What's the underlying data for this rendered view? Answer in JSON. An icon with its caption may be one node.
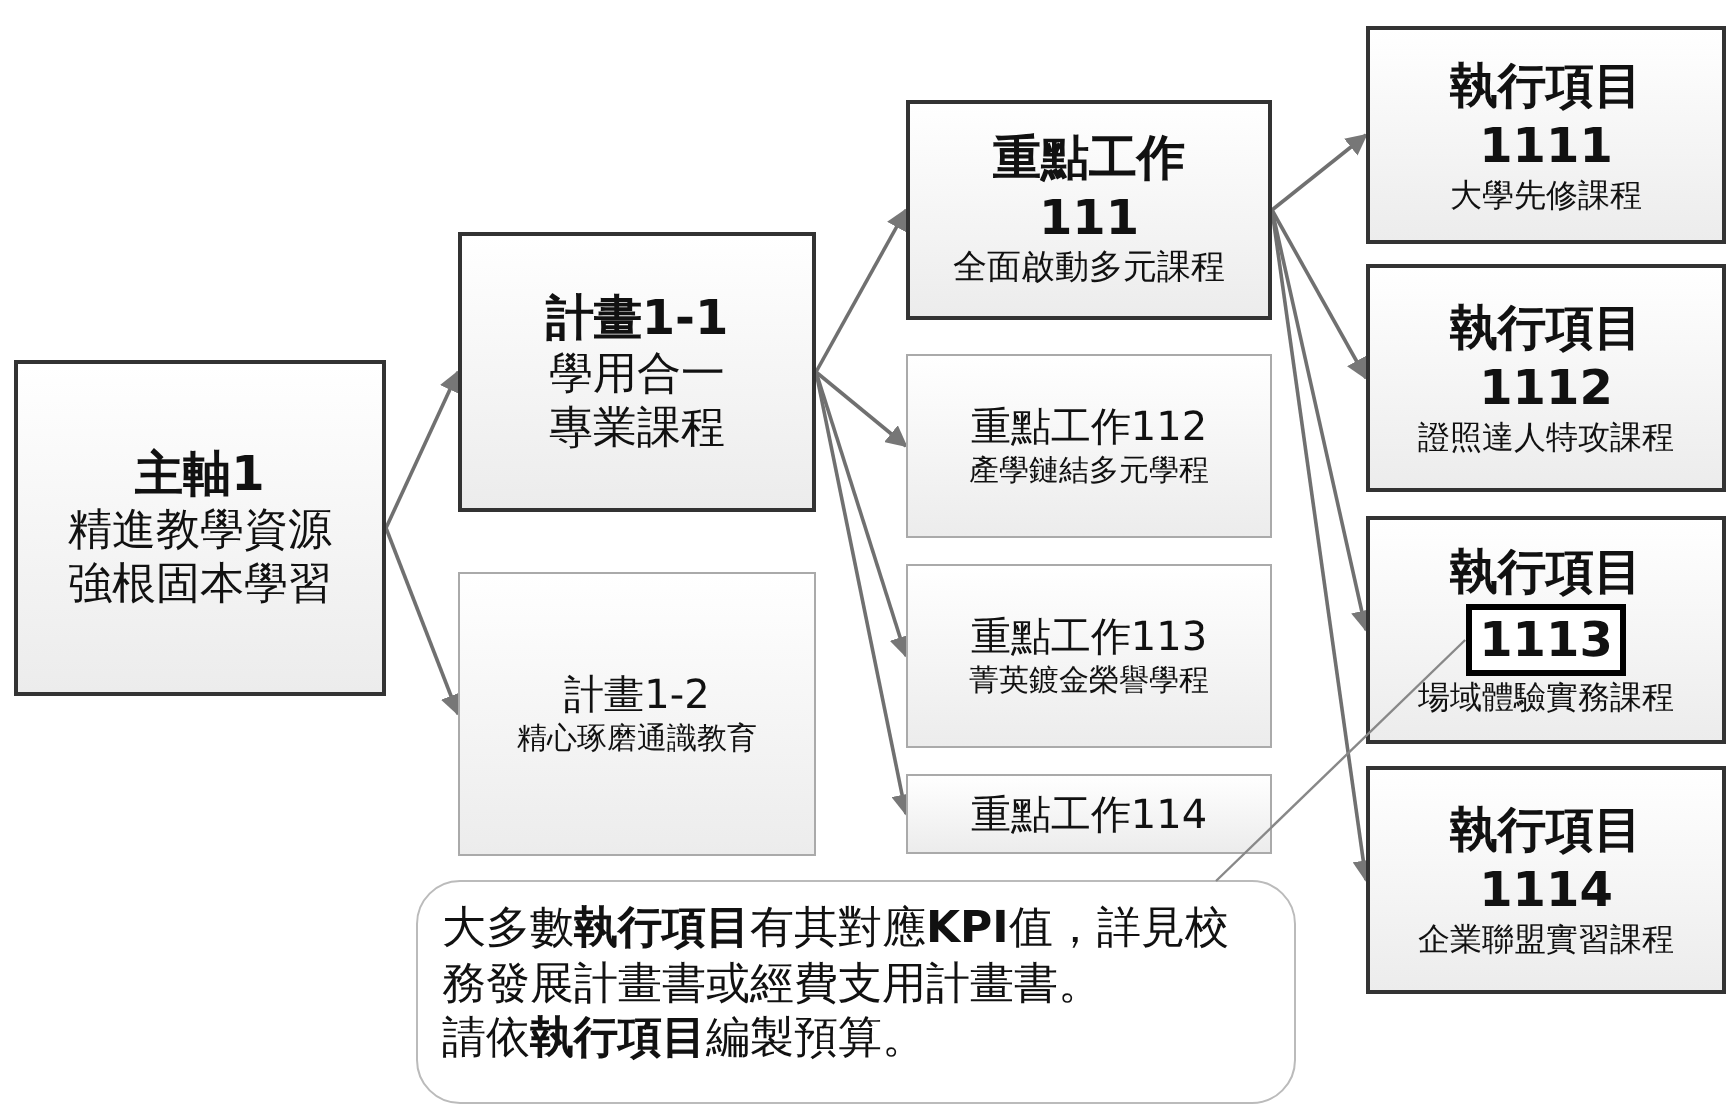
{
  "diagram": {
    "nodes": [
      {
        "text": [
          "主軸1",
          "精進教學資源強根固本學習"
        ]
      },
      {
        "text": [
          "計畫1-1",
          "學用合一專業課程"
        ]
      },
      {
        "text": [
          "計畫1-2",
          "精心琢磨通識教育"
        ]
      },
      {
        "text": [
          "重點工作",
          "111",
          "全面啟動多元課程"
        ]
      },
      {
        "text": [
          "重點工作112",
          "產學鏈結多元學程"
        ]
      },
      {
        "text": [
          "重點工作113",
          "菁英鍍金榮譽學程"
        ]
      },
      {
        "text": [
          "重點工作114"
        ]
      },
      {
        "text": [
          "執行項目",
          "1111",
          "大學先修課程"
        ]
      },
      {
        "text": [
          "執行項目",
          "1112",
          "證照達人特攻課程"
        ]
      },
      {
        "text": [
          "執行項目",
          "場域體驗實務課程"
        ]
      },
      {
        "text": [
          "1113"
        ],
        "in": 9
      },
      {
        "text": [
          "執行項目",
          "1114",
          "企業聯盟實習課程"
        ]
      },
      {
        "text": [
          "大多數**執行項目**有其對應**KPI**值，詳見校務發展計畫書或經費支用計畫書。",
          "請依**執行項目**編製預算。"
        ]
      }
    ],
    "edges": [
      {
        "from": 0,
        "to": 1,
        "arrow": "to"
      },
      {
        "from": 0,
        "to": 2,
        "arrow": "to"
      },
      {
        "from": 1,
        "to": 3,
        "arrow": "to"
      },
      {
        "from": 1,
        "to": 4,
        "arrow": "to"
      },
      {
        "from": 1,
        "to": 5,
        "arrow": "to"
      },
      {
        "from": 1,
        "to": 6,
        "arrow": "to"
      },
      {
        "from": 3,
        "to": 7,
        "arrow": "to"
      },
      {
        "from": 3,
        "to": 8,
        "arrow": "to"
      },
      {
        "from": 3,
        "to": 9,
        "arrow": "to"
      },
      {
        "from": 3,
        "to": 11,
        "arrow": "to"
      },
      {
        "from": 12,
        "to": 10,
        "arrow": "none"
      }
    ]
  }
}
